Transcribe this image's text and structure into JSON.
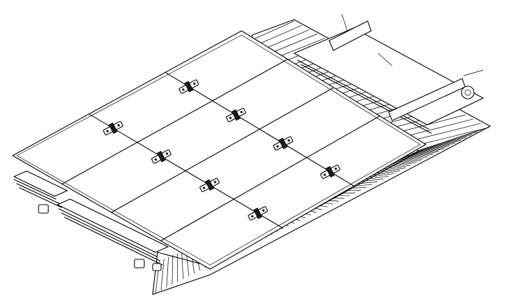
{
  "drawing": {
    "subject": "",
    "colors": {
      "ink": "#000000",
      "paper": "#ffffff",
      "shade": "#1a1a1a"
    },
    "module_rows": 4,
    "module_columns": 3,
    "clamp_count": 8
  }
}
